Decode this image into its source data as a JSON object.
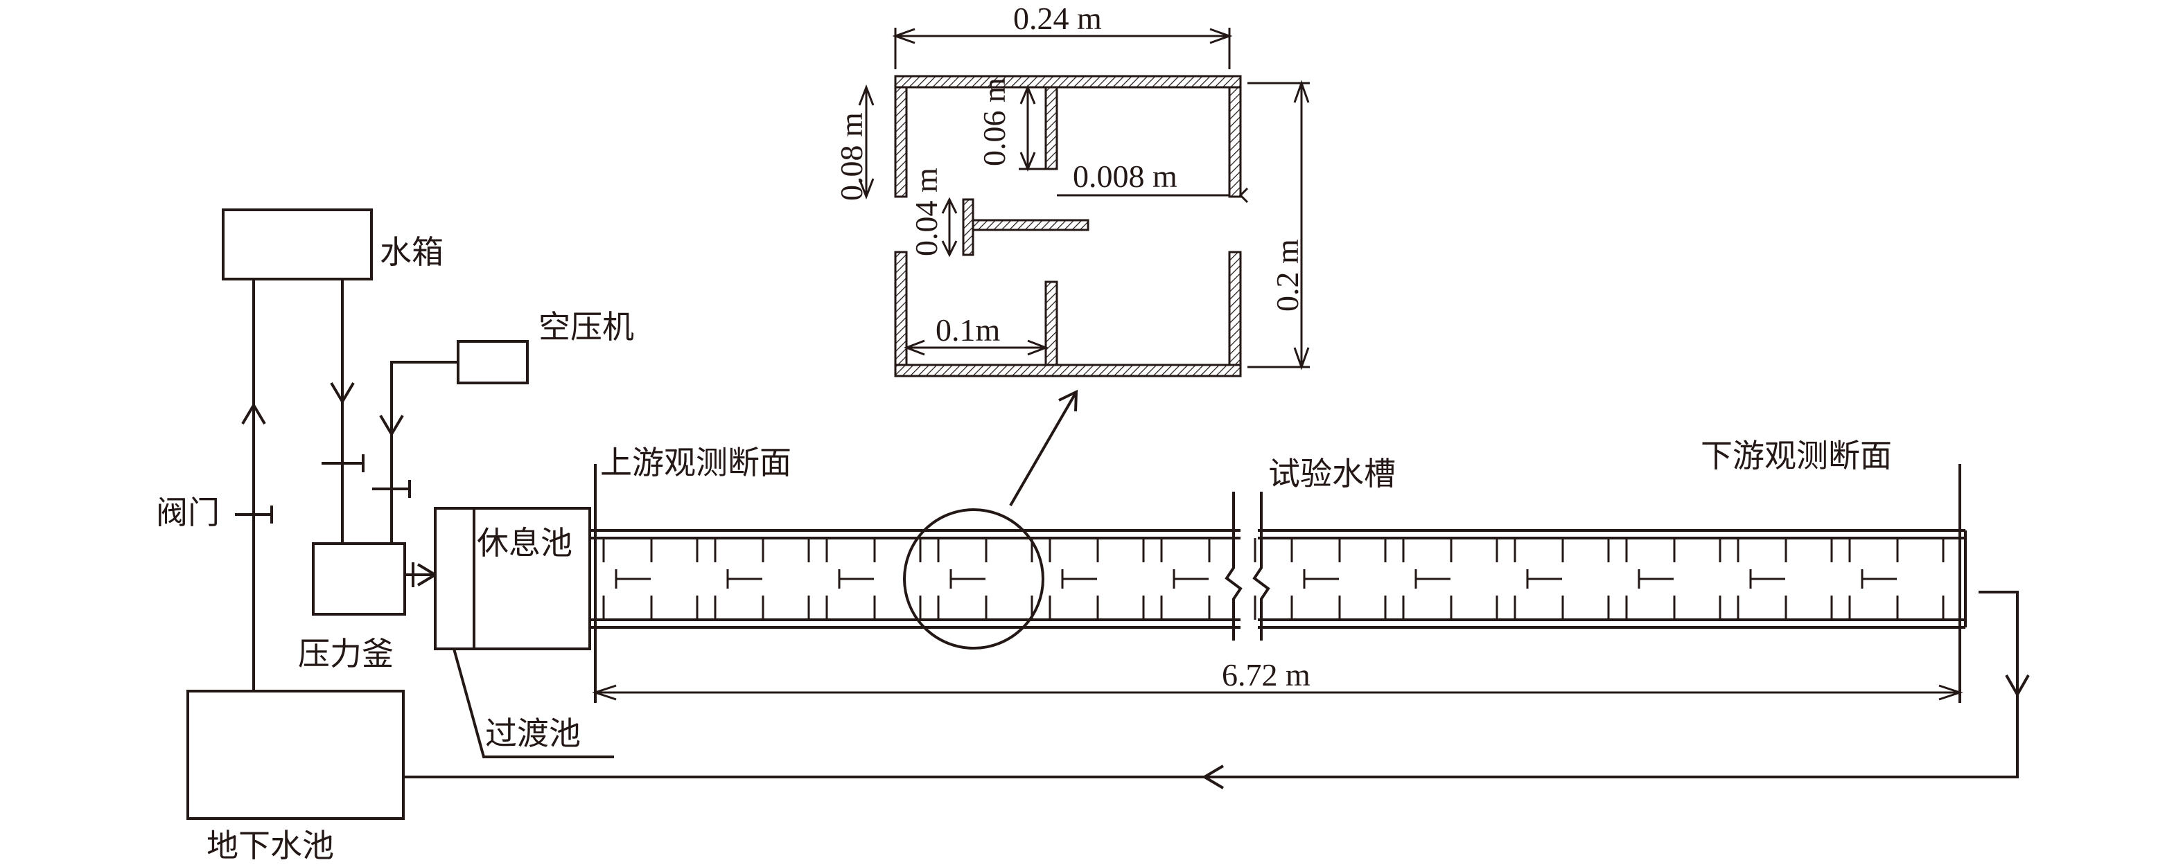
{
  "labels": {
    "water_tank": "水箱",
    "air_compressor": "空压机",
    "valve": "阀门",
    "pressure_vessel": "压力釜",
    "rest_pool": "休息池",
    "transition_pool": "过渡池",
    "underground_pool": "地下水池",
    "upstream_section": "上游观测断面",
    "test_flume": "试验水槽",
    "downstream_section": "下游观测断面"
  },
  "dimensions": {
    "flume_length": "6.72 m",
    "detail_width": "0.24 m",
    "detail_height": "0.2 m",
    "side_baffle_height": "0.08 m",
    "inner_baffle_height": "0.06 m",
    "baffle_thickness": "0.008 m",
    "t_baffle_height": "0.04 m",
    "baffle_spacing": "0.1m"
  }
}
